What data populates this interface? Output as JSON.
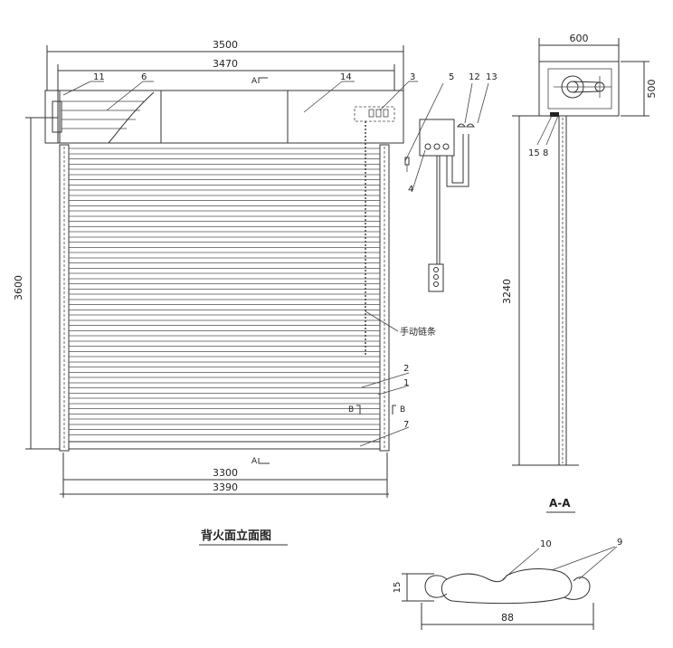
{
  "elevation": {
    "caption": "背火面立面图",
    "dims": {
      "top_overall": "3500",
      "top_inner": "3470",
      "height": "3600",
      "bottom_inner": "3300",
      "bottom_overall": "3390"
    },
    "chain_label": "手动链条",
    "section_marks": {
      "a": "A",
      "b": "B"
    },
    "callouts": {
      "c1": "1",
      "c2": "2",
      "c3": "3",
      "c4": "4",
      "c5": "5",
      "c6": "6",
      "c7": "7",
      "c11": "11",
      "c12": "12",
      "c13": "13",
      "c14": "14"
    }
  },
  "section_aa": {
    "caption": "A-A",
    "dims": {
      "width": "600",
      "box_height": "500",
      "height": "3240"
    },
    "callouts": {
      "c8": "8",
      "c15": "15"
    }
  },
  "slat_detail": {
    "dims": {
      "width": "88",
      "height": "15"
    },
    "callouts": {
      "c9": "9",
      "c10": "10"
    }
  }
}
